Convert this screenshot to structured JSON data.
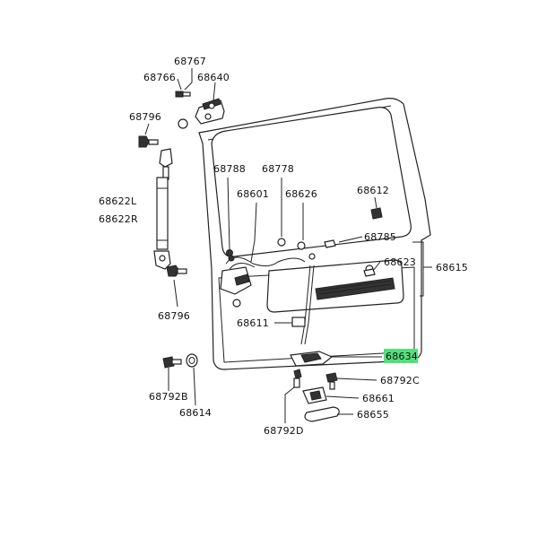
{
  "labels": {
    "p68767": "68767",
    "p68766": "68766",
    "p68640": "68640",
    "p68796_top": "68796",
    "p68622L": "68622L",
    "p68622R": "68622R",
    "p68796_bottom": "68796",
    "p68788": "68788",
    "p68778": "68778",
    "p68601": "68601",
    "p68626": "68626",
    "p68612": "68612",
    "p68785": "68785",
    "p68623": "68623",
    "p68615": "68615",
    "p68611": "68611",
    "p68634": "68634",
    "p68792C": "68792C",
    "p68661": "68661",
    "p68655": "68655",
    "p68792B": "68792B",
    "p68614": "68614",
    "p68792D": "68792D"
  },
  "highlight": {
    "part": "68634",
    "color": "#53e07a"
  }
}
